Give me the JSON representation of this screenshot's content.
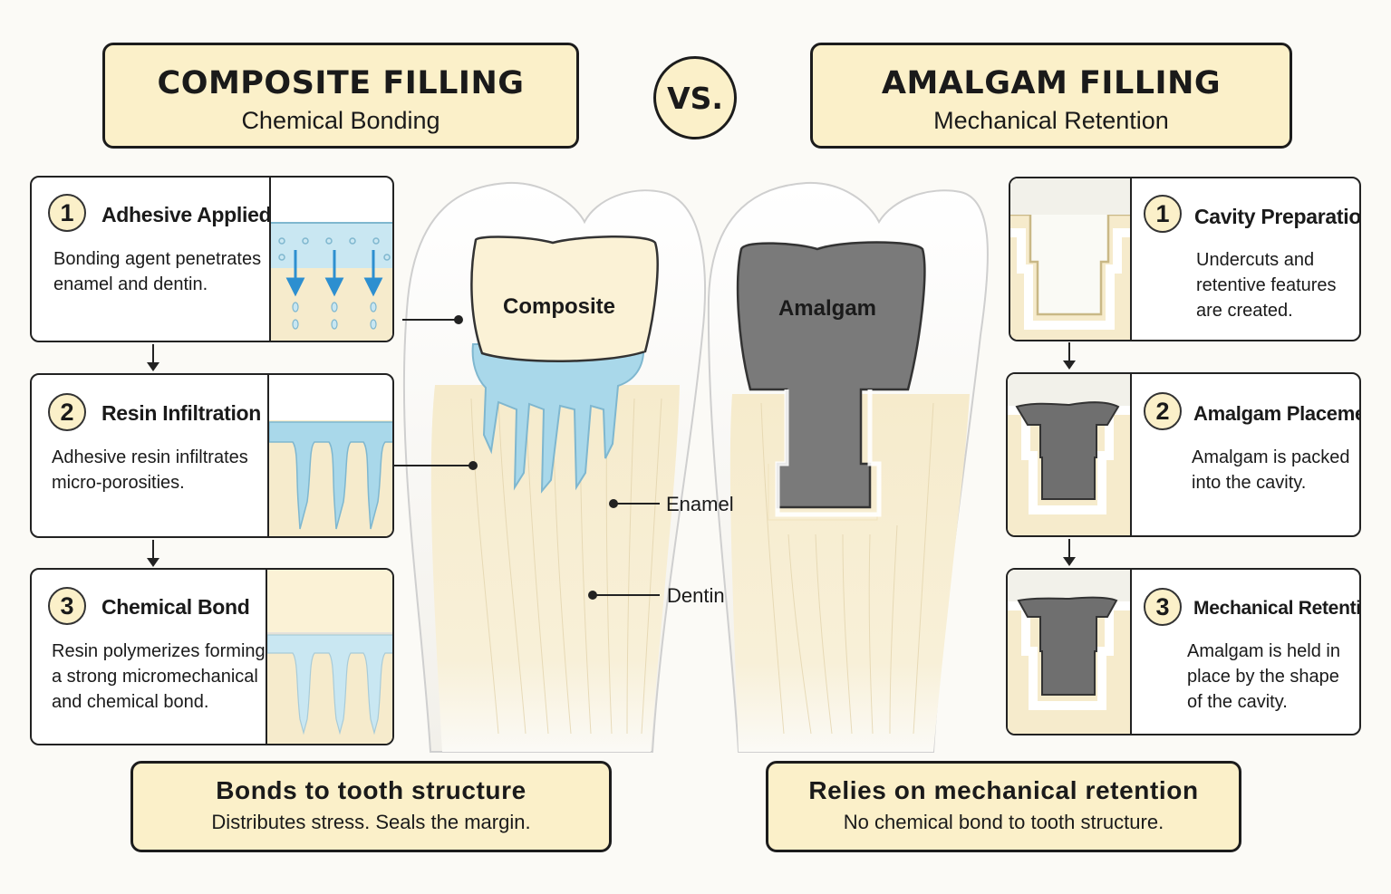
{
  "composite": {
    "title": "COMPOSITE FILLING",
    "subtitle": "Chemical Bonding",
    "steps": [
      {
        "num": "1",
        "title": "Adhesive Applied",
        "desc": "Bonding agent penetrates enamel and dentin."
      },
      {
        "num": "2",
        "title": "Resin Infiltration",
        "desc": "Adhesive resin infiltrates micro-porosities."
      },
      {
        "num": "3",
        "title": "Chemical Bond",
        "desc": "Resin polymerizes forming a strong micromechanical and chemical bond."
      }
    ],
    "summary_title": "Bonds to tooth structure",
    "summary_sub": "Distributes stress. Seals the margin.",
    "tooth_label": "Composite"
  },
  "vs": "VS.",
  "amalgam": {
    "title": "AMALGAM FILLING",
    "subtitle": "Mechanical Retention",
    "steps": [
      {
        "num": "1",
        "title": "Cavity Preparation",
        "desc": "Undercuts and retentive features are created."
      },
      {
        "num": "2",
        "title": "Amalgam Placement",
        "desc": "Amalgam is packed into the cavity."
      },
      {
        "num": "3",
        "title": "Mechanical Retention",
        "desc": "Amalgam is held in place by the shape of the cavity."
      }
    ],
    "summary_title": "Relies on mechanical retention",
    "summary_sub": "No chemical bond to tooth structure.",
    "tooth_label": "Amalgam"
  },
  "labels": {
    "enamel": "Enamel",
    "dentin": "Dentin"
  },
  "colors": {
    "cream": "#fbf0c9",
    "resin_blue": "#a9d8ea",
    "arrow_blue": "#2d8fd0",
    "amalgam_gray": "#7a7a7a",
    "dentin": "#f6ebcc"
  }
}
